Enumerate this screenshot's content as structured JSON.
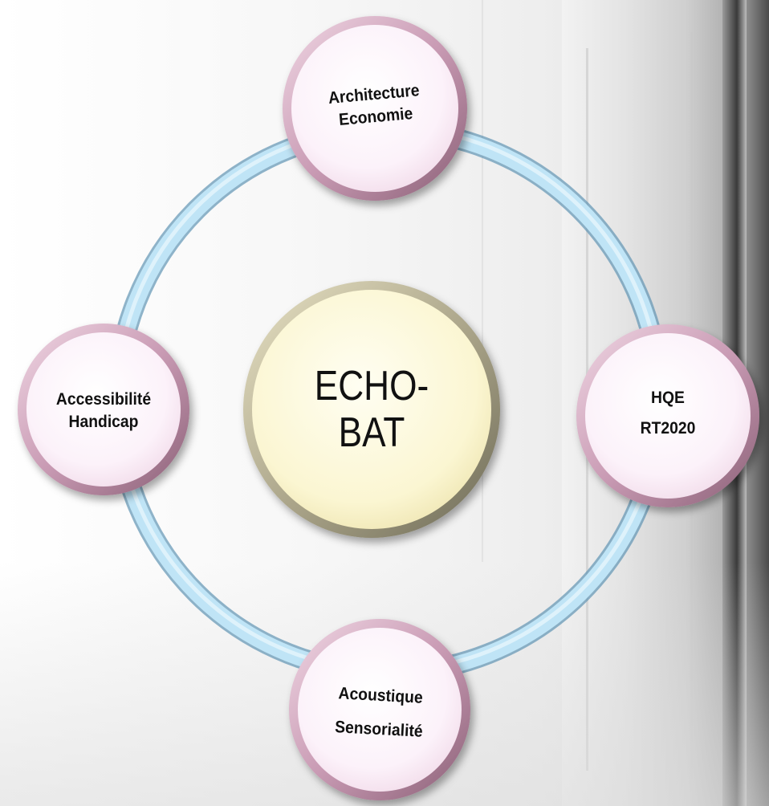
{
  "diagram": {
    "center": {
      "line1": "ECHO-",
      "line2": "BAT"
    },
    "nodes": [
      {
        "id": "top",
        "line1": "Architecture",
        "line2": "Economie"
      },
      {
        "id": "right",
        "line1": "HQE",
        "line2": "RT2020"
      },
      {
        "id": "bottom",
        "line1": "Acoustique",
        "line2": "Sensorialité"
      },
      {
        "id": "left",
        "line1": "Accessibilité",
        "line2": "Handicap"
      }
    ],
    "colors": {
      "ring": "#a9d6ee",
      "ring_edge": "#6fa9c9",
      "node_fill": "#fbeef8",
      "node_border": "#b88aa2",
      "center_fill": "#fbf7d6",
      "center_border": "#8d8a72"
    }
  }
}
